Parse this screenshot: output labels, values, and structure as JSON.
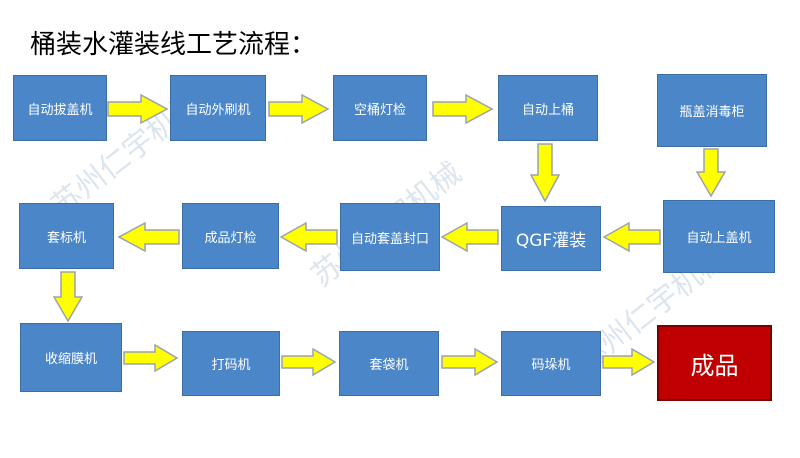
{
  "title": "桶装水灌装线工艺流程：",
  "watermark": "苏州仁宇机械",
  "steps": {
    "s1": "自动拔盖机",
    "s2": "自动外刷机",
    "s3": "空桶灯检",
    "s4": "自动上桶",
    "s5": "瓶盖消毒柜",
    "s6": "自动上盖机",
    "s7": "QGF灌装",
    "s8": "自动套盖封口",
    "s9": "成品灯检",
    "s10": "套标机",
    "s11": "收缩膜机",
    "s12": "打码机",
    "s13": "套袋机",
    "s14": "码垛机",
    "s15": "成品"
  },
  "colors": {
    "box": "#4a86c8",
    "final_box": "#c00000",
    "arrow_fill": "#ffff00",
    "arrow_stroke": "#9aa2b2"
  }
}
